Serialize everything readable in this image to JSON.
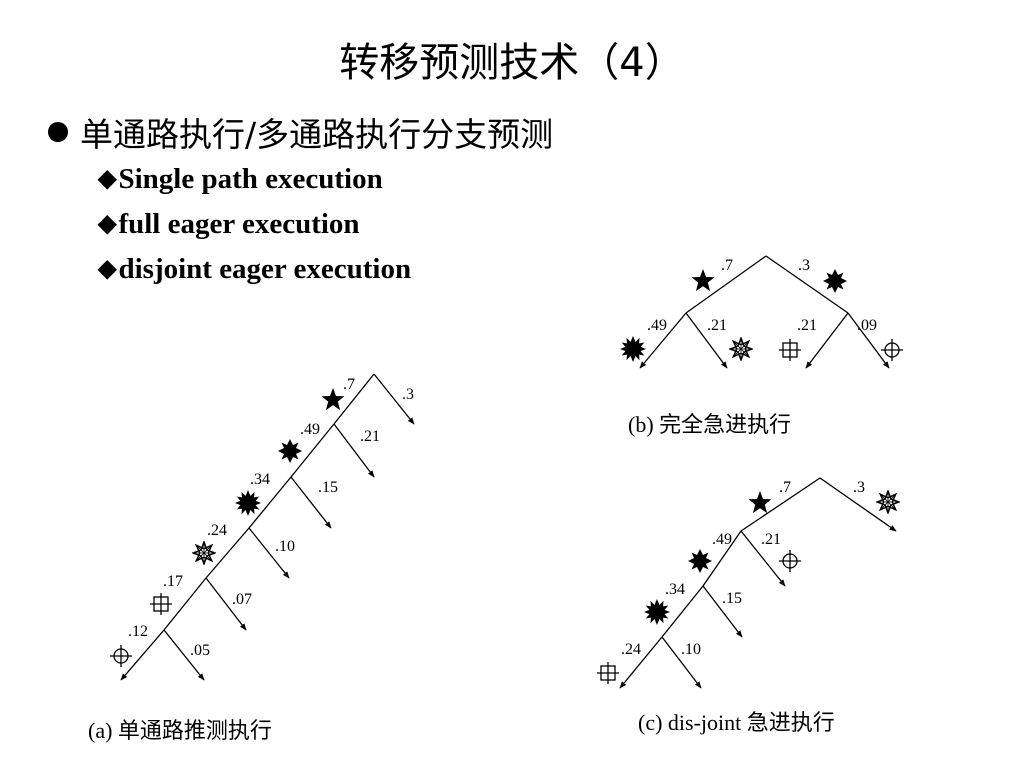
{
  "title": "转移预测技术（4）",
  "main_bullet": "单通路执行/多通路执行分支预测",
  "sub_bullets": [
    "Single path execution",
    "full eager execution",
    "disjoint eager execution"
  ],
  "diagram_a": {
    "caption": "(a) 单通路推测执行",
    "left_probs": [
      ".7",
      ".49",
      ".34",
      ".24",
      ".17",
      ".12"
    ],
    "right_probs": [
      ".3",
      ".21",
      ".15",
      ".10",
      ".07",
      ".05"
    ]
  },
  "diagram_b": {
    "caption": "(b) 完全急进执行",
    "root_probs": [
      ".7",
      ".3"
    ],
    "leaf_probs": [
      ".49",
      ".21",
      ".21",
      ".09"
    ]
  },
  "diagram_c": {
    "caption": "(c) dis-joint 急进执行",
    "left_probs": [
      ".7",
      ".49",
      ".34",
      ".24"
    ],
    "right_probs": [
      ".3",
      ".21",
      ".15",
      ".10"
    ]
  }
}
